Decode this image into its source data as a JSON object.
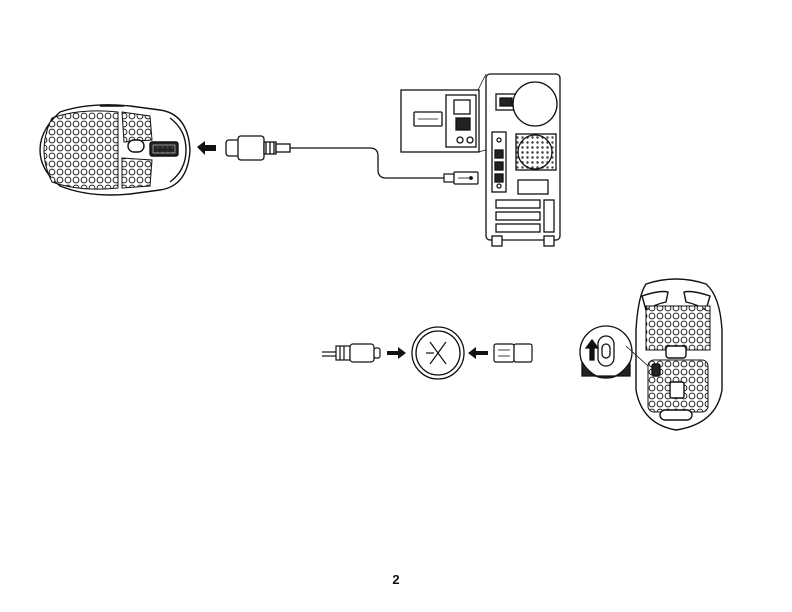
{
  "page": {
    "page_number": "2"
  },
  "figures": {
    "wired_connection": {
      "items": [
        "mouse-top-view",
        "usb-c-cable",
        "desktop-pc-rear"
      ]
    },
    "wireless_connection": {
      "items": [
        "usb-cable",
        "adapter-hub",
        "usb-dongle",
        "mouse-bottom-view",
        "power-switch"
      ]
    }
  },
  "icons": [
    "arrow-left-icon",
    "arrow-right-icon",
    "arrow-up-icon",
    "usb-trident-icon",
    "hyperx-logo"
  ],
  "colors": {
    "line": "#111111",
    "fill": "#ffffff",
    "dark": "#222222"
  }
}
